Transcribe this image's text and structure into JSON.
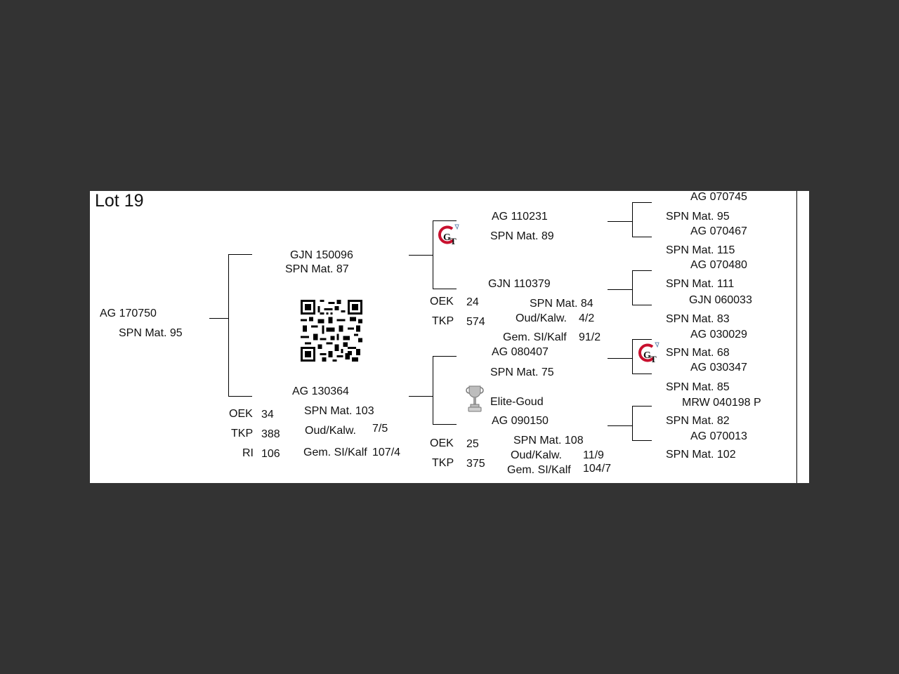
{
  "title": "Lot 19",
  "animal": {
    "id": "AG  170750",
    "spn": "SPN Mat. 95"
  },
  "sire": {
    "id": "GJN 150096",
    "spn": "SPN Mat. 87"
  },
  "dam": {
    "id": "AG  130364",
    "spn": "SPN Mat. 103",
    "oek_label": "OEK",
    "oek": "34",
    "tkp_label": "TKP",
    "tkp": "388",
    "ri_label": "RI",
    "ri": "106",
    "oudkalw_label": "Oud/Kalw.",
    "oudkalw": "7/5",
    "gem_label": "Gem. SI/Kalf",
    "gem": "107/4"
  },
  "ss": {
    "id": "AG  110231",
    "spn": "SPN Mat. 89"
  },
  "sd": {
    "id": "GJN 110379",
    "spn": "SPN Mat. 84",
    "oek_label": "OEK",
    "oek": "24",
    "tkp_label": "TKP",
    "tkp": "574",
    "oudkalw_label": "Oud/Kalw.",
    "oudkalw": "4/2",
    "gem_label": "Gem. SI/Kalf",
    "gem": "91/2"
  },
  "ds": {
    "id": "AG  080407",
    "spn": "SPN Mat. 75"
  },
  "dd": {
    "award": "Elite-Goud",
    "id": "AG  090150",
    "spn": "SPN Mat. 108",
    "oek_label": "OEK",
    "oek": "25",
    "tkp_label": "TKP",
    "tkp": "375",
    "oudkalw_label": "Oud/Kalw.",
    "oudkalw": "11/9",
    "gem_label": "Gem. SI/Kalf",
    "gem": "104/7"
  },
  "ggp": [
    {
      "id": "AG  070745",
      "spn": "SPN Mat. 95"
    },
    {
      "id": "AG  070467",
      "spn": "SPN Mat. 115"
    },
    {
      "id": "AG  070480",
      "spn": "SPN Mat. 111"
    },
    {
      "id": "GJN 060033",
      "spn": "SPN Mat. 83"
    },
    {
      "id": "AG  030029",
      "spn": "SPN Mat. 68"
    },
    {
      "id": "AG  030347",
      "spn": "SPN Mat. 85"
    },
    {
      "id": "MRW 040198  P",
      "spn": "SPN Mat. 82"
    },
    {
      "id": "AG  070013",
      "spn": "SPN Mat. 102"
    }
  ],
  "icons": {
    "qr": "qr-code-icon",
    "gt": "gt-logo",
    "trophy": "trophy-icon"
  },
  "colors": {
    "background": "#333333",
    "sheet": "#ffffff",
    "text": "#111111",
    "gt_red": "#c8102e"
  }
}
